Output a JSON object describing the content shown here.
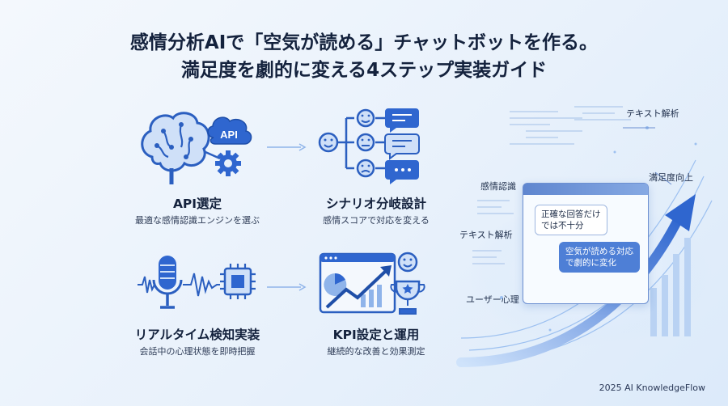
{
  "title": {
    "line1": "感情分析AIで「空気が読める」チャットボットを作る。",
    "line2": "満足度を劇的に変える4ステップ実装ガイド"
  },
  "steps": [
    {
      "label": "API選定",
      "desc": "最適な感情認識エンジンを選ぶ",
      "icon": "brain-api-icon"
    },
    {
      "label": "シナリオ分岐設計",
      "desc": "感情スコアで対応を変える",
      "icon": "emotion-branch-icon"
    },
    {
      "label": "リアルタイム検知実装",
      "desc": "会話中の心理状態を即時把握",
      "icon": "voice-chip-icon"
    },
    {
      "label": "KPI設定と運用",
      "desc": "継続的な改善と効果測定",
      "icon": "kpi-dashboard-icon"
    }
  ],
  "icon_text": {
    "api": "API"
  },
  "right_panel": {
    "tags": [
      "テキスト解析",
      "感情認識",
      "満足度向上",
      "テキスト解析",
      "ユーザー心理"
    ],
    "bubble_a": [
      "正確な回答だけ",
      "では不十分"
    ],
    "bubble_b": [
      "空気が読める対応",
      "で劇的に変化"
    ]
  },
  "footer": "2025 AI KnowledgeFlow",
  "colors": {
    "accent": "#3b6fd0",
    "dark_blue": "#1f4fa8",
    "light_blue": "#8fb4ea"
  }
}
